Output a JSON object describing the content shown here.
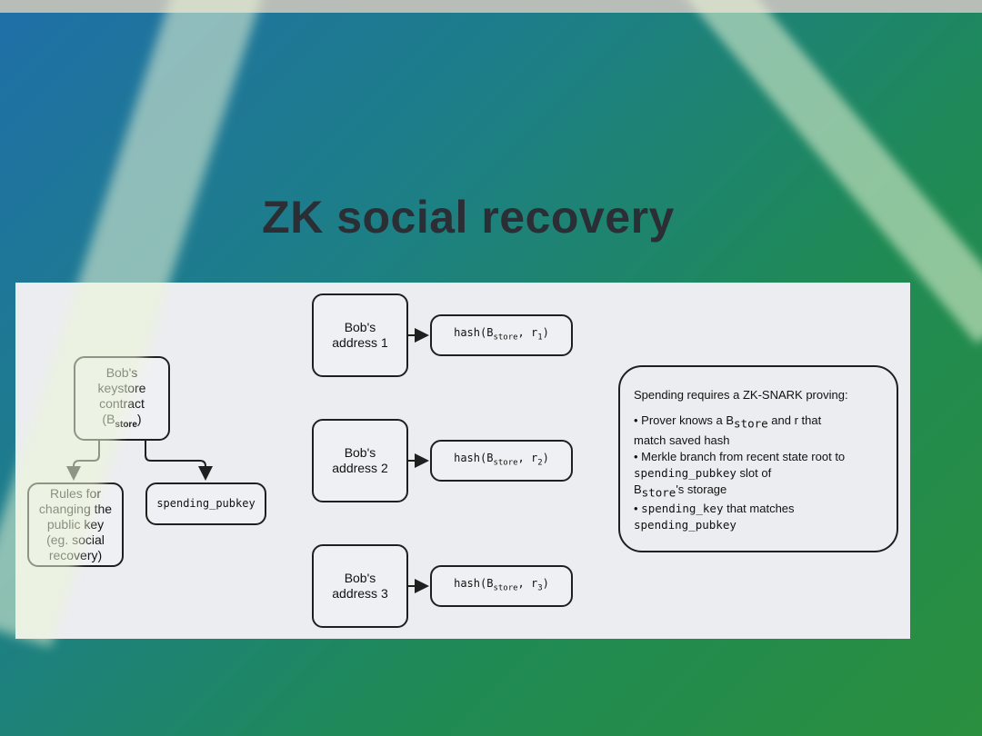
{
  "slide": {
    "title": "ZK social recovery"
  },
  "diagram": {
    "keystore": {
      "l1": "Bob's",
      "l2": "keystore",
      "l3": "contract",
      "l4_open": "(B",
      "l4_sub": "store",
      "l4_close": ")"
    },
    "rules": {
      "l1": "Rules for",
      "l2": "changing the",
      "l3": "public key",
      "l4": "(eg. social",
      "l5": "recovery)"
    },
    "spending_pubkey_box": "spending_pubkey",
    "addresses": [
      {
        "l1": "Bob's",
        "l2": "address 1",
        "hash_pre": "hash(B",
        "hash_sub": "store",
        "hash_mid": ", r",
        "hash_idx": "1",
        "hash_post": ")"
      },
      {
        "l1": "Bob's",
        "l2": "address 2",
        "hash_pre": "hash(B",
        "hash_sub": "store",
        "hash_mid": ", r",
        "hash_idx": "2",
        "hash_post": ")"
      },
      {
        "l1": "Bob's",
        "l2": "address 3",
        "hash_pre": "hash(B",
        "hash_sub": "store",
        "hash_mid": ", r",
        "hash_idx": "3",
        "hash_post": ")"
      }
    ],
    "requirements": {
      "heading": "Spending requires a ZK-SNARK proving:",
      "b1_a": "Prover knows a B",
      "b1_sub": "store",
      "b1_b": " and r that",
      "b1_c": "match saved hash",
      "b2_a": "Merkle branch from recent state root to",
      "b2_b": "spending_pubkey",
      "b2_c": " slot of",
      "b2_d": "B",
      "b2_sub": "store",
      "b2_e": "'s storage",
      "b3_a": "spending_key",
      "b3_b": " that matches",
      "b3_c": "spending_pubkey"
    }
  }
}
